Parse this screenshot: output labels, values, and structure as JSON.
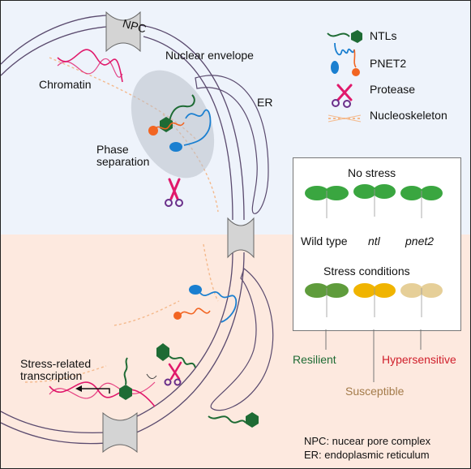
{
  "colors": {
    "top_bg": "#eef3fb",
    "bottom_bg": "#fde9df",
    "membrane": "#5a4a6e",
    "ntl": "#1e6b34",
    "pnet2_blue": "#1a7fd0",
    "pnet2_orange": "#f26522",
    "protease_pink": "#e0196b",
    "protease_purple": "#6a2f8a",
    "nucleoskeleton": "#f4b98c",
    "resilient": "#1e6b34",
    "susceptible": "#a47b4a",
    "hypersensitive": "#d0202c",
    "susceptible_plant": "#f0b400",
    "hypersensitive_plant": "#e6cf98"
  },
  "labels": {
    "npc": "NPC",
    "nuclear_envelope": "Nuclear envelope",
    "er": "ER",
    "chromatin": "Chromatin",
    "phase_separation": "Phase\nseparation",
    "stress_transcription": "Stress-related\ntranscription"
  },
  "legend": {
    "ntls": "NTLs",
    "pnet2": "PNET2",
    "protease": "Protease",
    "nucleoskeleton": "Nucleoskeleton"
  },
  "box": {
    "no_stress": "No stress",
    "genotypes": [
      "Wild type",
      "ntl",
      "pnet2"
    ],
    "stress_conditions": "Stress conditions",
    "outcomes": [
      "Resilient",
      "Susceptible",
      "Hypersensitive"
    ]
  },
  "footnote": {
    "npc_def": "NPC: nucear pore complex",
    "er_def": "ER: endoplasmic reticulum"
  }
}
